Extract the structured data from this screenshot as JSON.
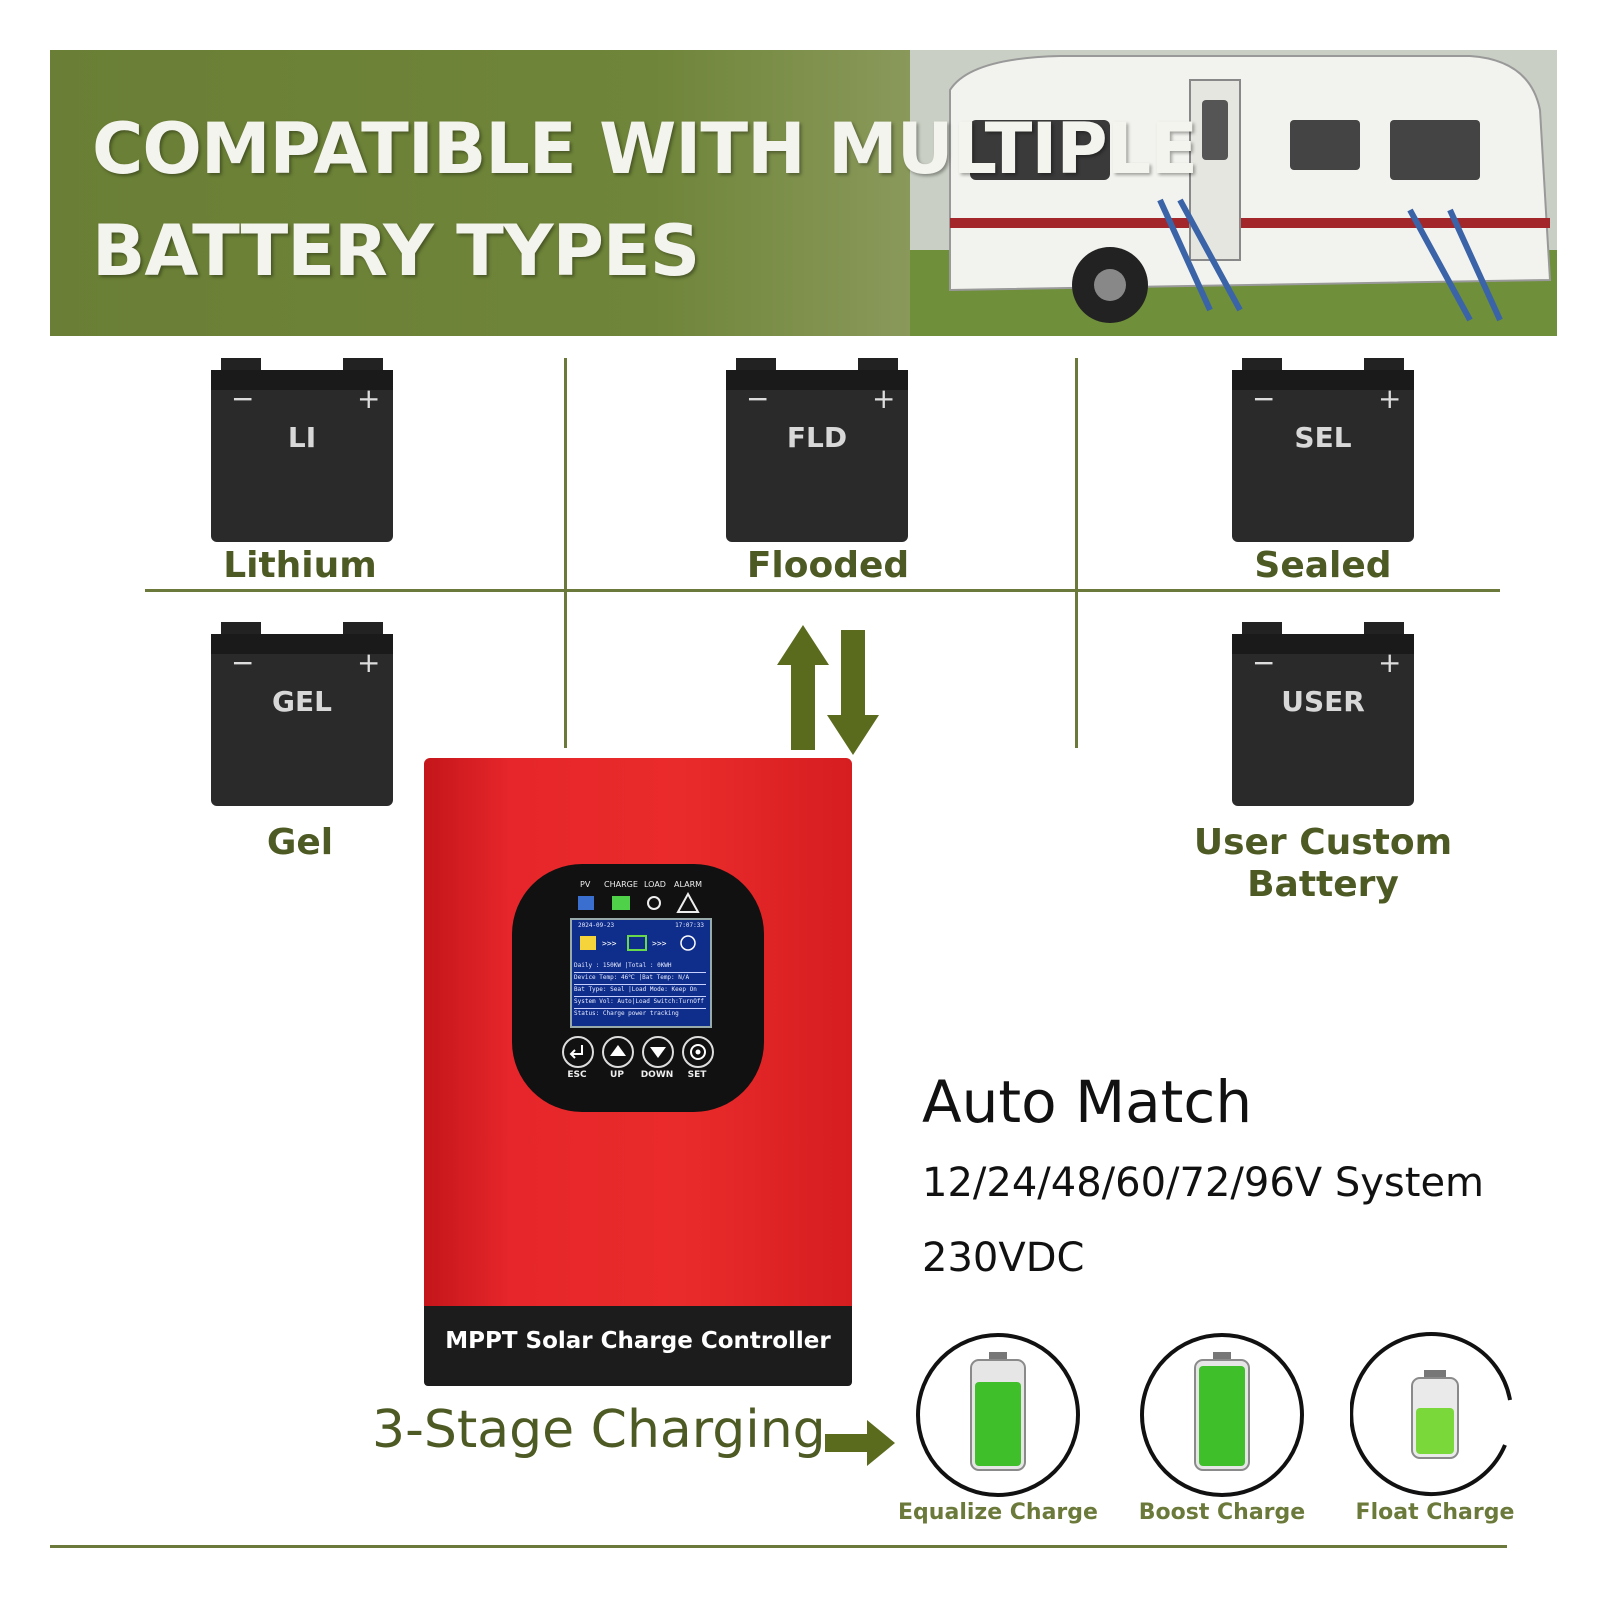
{
  "banner": {
    "title_line1": "COMPATIBLE WITH MULTIPLE",
    "title_line2": "BATTERY TYPES"
  },
  "batteries": [
    {
      "code": "LI",
      "name": "Lithium"
    },
    {
      "code": "FLD",
      "name": "Flooded"
    },
    {
      "code": "SEL",
      "name": "Sealed"
    },
    {
      "code": "GEL",
      "name": "Gel"
    },
    {
      "code": "USER",
      "name_line1": "User Custom",
      "name_line2": "Battery"
    }
  ],
  "controller": {
    "indicators": [
      "PV",
      "CHARGE",
      "LOAD",
      "ALARM"
    ],
    "lcd": {
      "date": "2024-09-23",
      "time": "17:07:33",
      "rows": [
        "Daily :    150KW |Total :     0KWH",
        "Device Temp: 46℃ |Bat  Temp:    N/A",
        "Bat  Type:  Seal |Load Mode: Keep On",
        "System Vol:  Auto|Load Switch:TurnOff",
        "Status:    Charge power tracking"
      ]
    },
    "buttons": [
      "ESC",
      "UP",
      "DOWN",
      "SET"
    ],
    "base_label": "MPPT Solar Charge Controller"
  },
  "auto_match": {
    "title": "Auto Match",
    "line1": "12/24/48/60/72/96V System",
    "line2": "230VDC"
  },
  "charging": {
    "title": "3-Stage Charging",
    "stages": [
      "Equalize Charge",
      "Boost Charge",
      "Float Charge"
    ]
  },
  "colors": {
    "accent_green": "#6b7a3a",
    "controller_red": "#e6262a",
    "battery_fill_green": "#3fbf2a"
  }
}
